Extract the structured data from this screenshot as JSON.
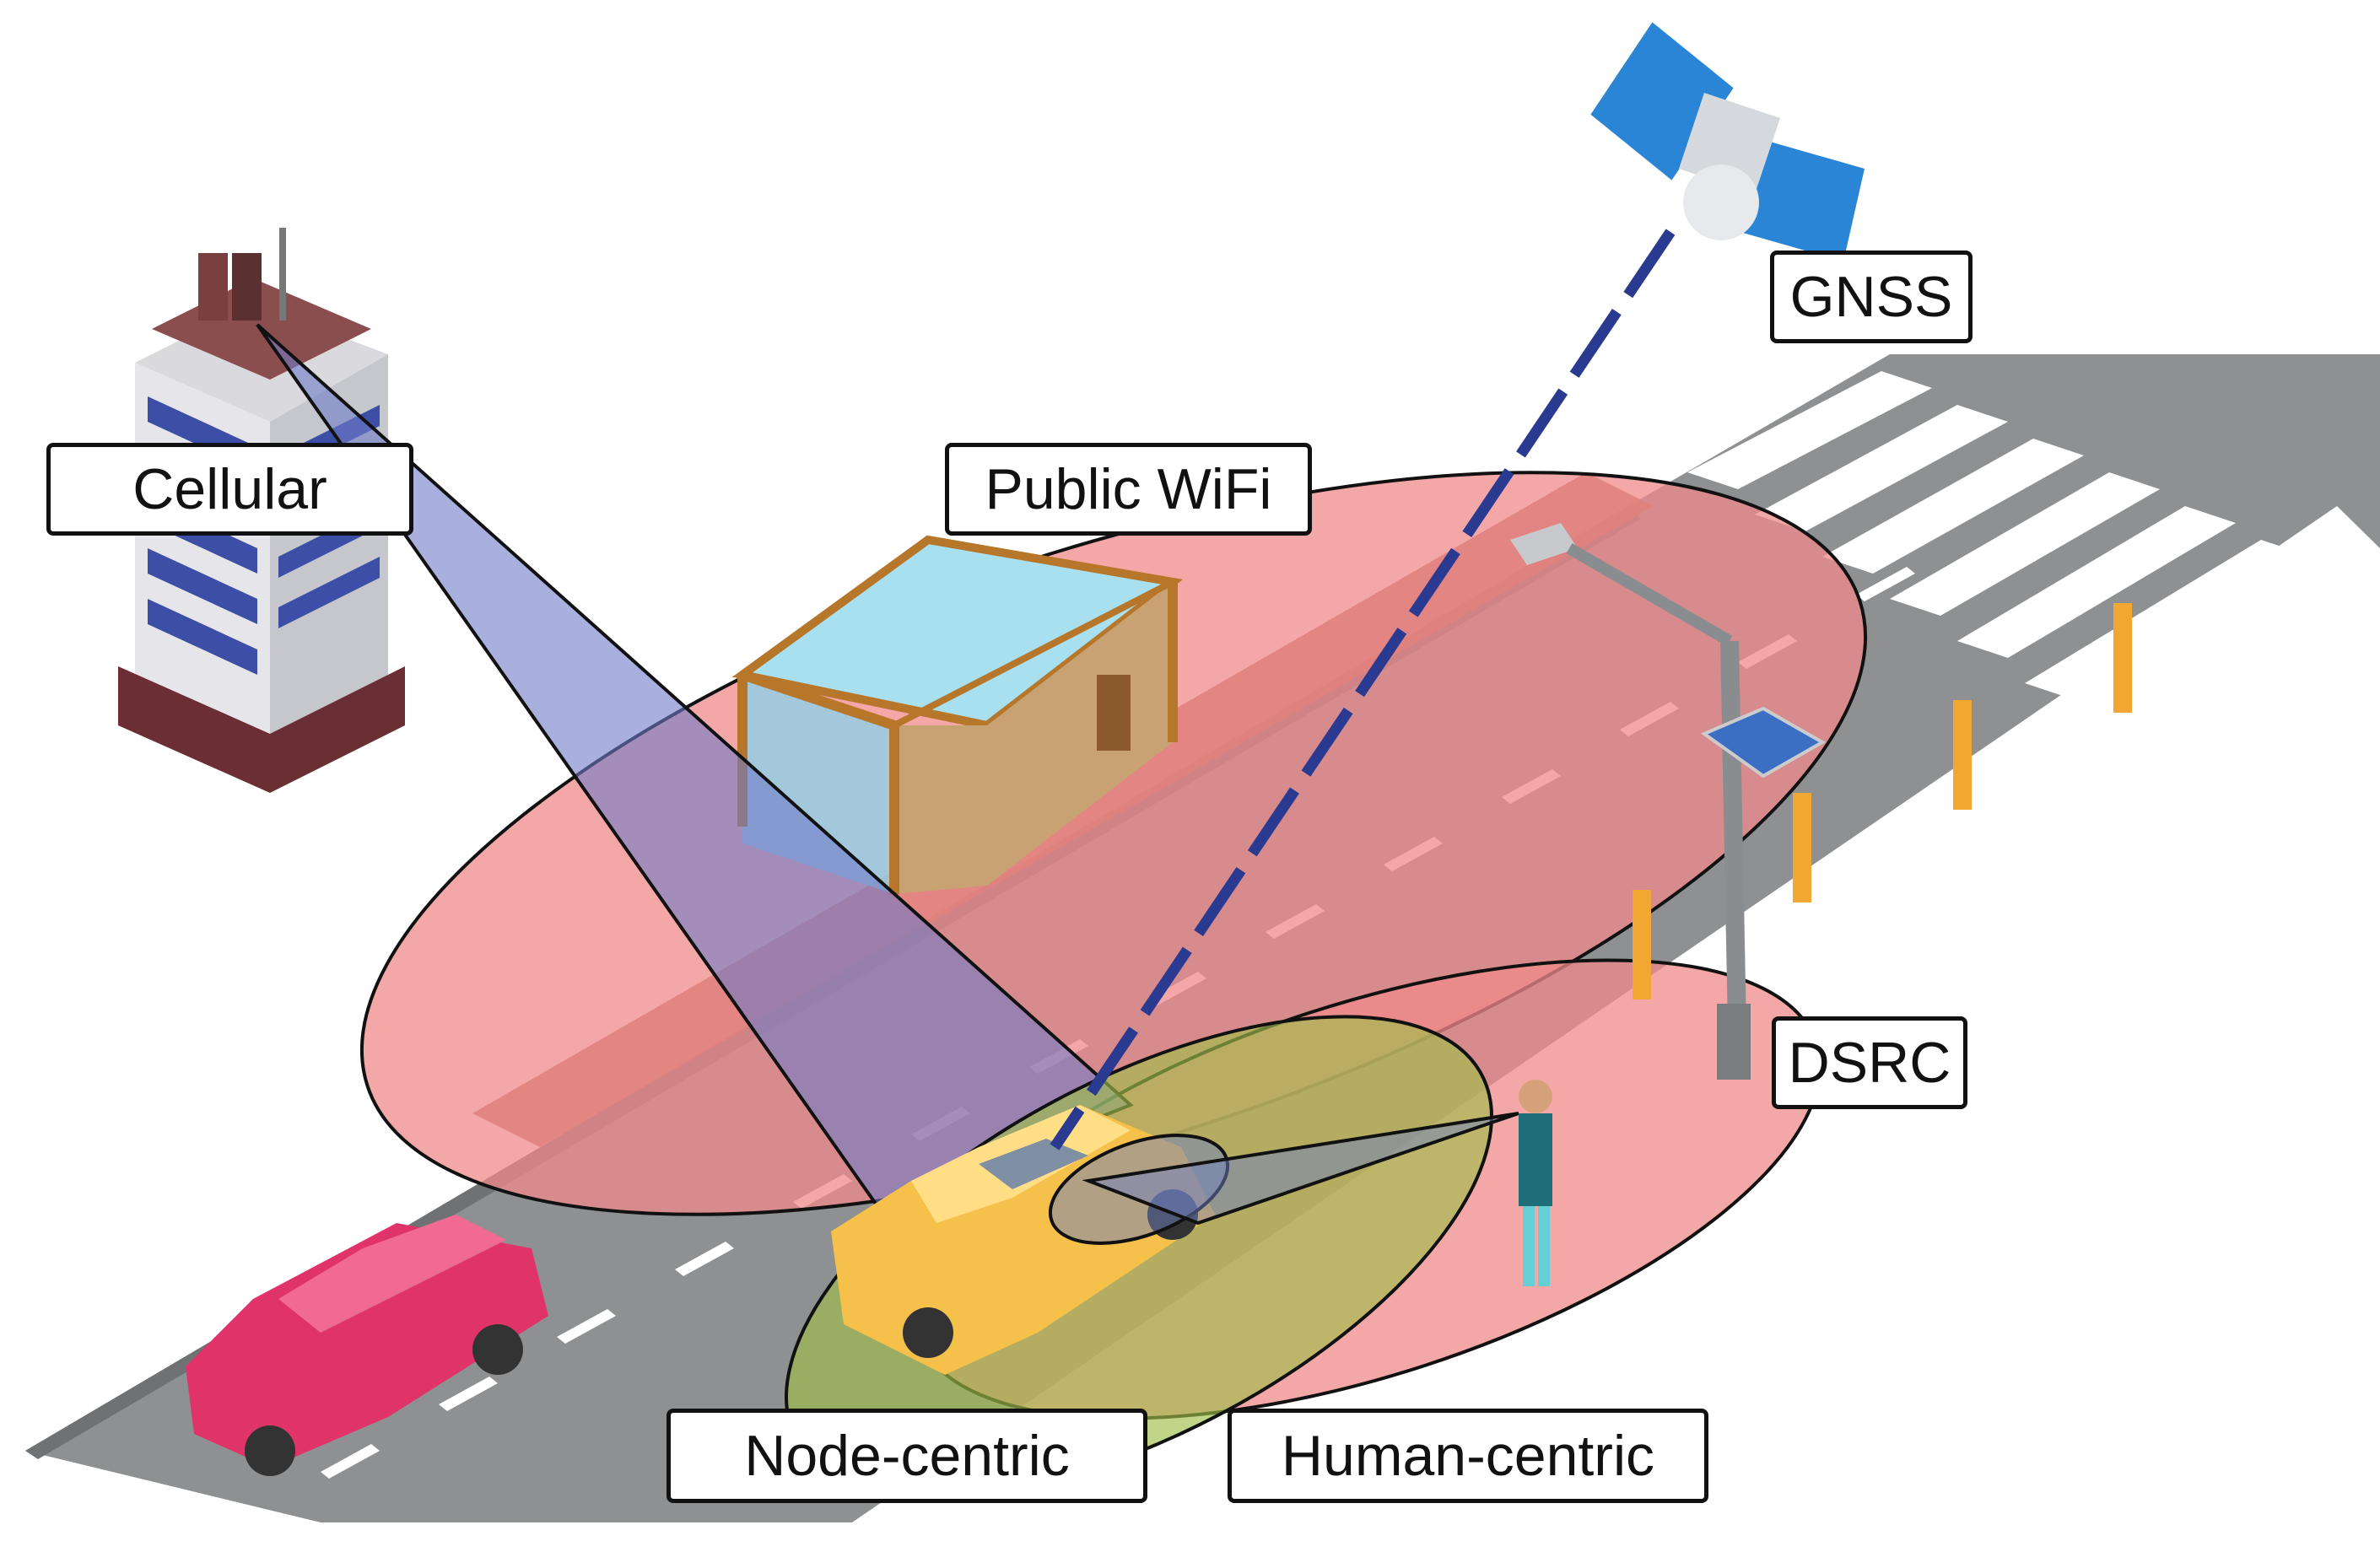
{
  "labels": {
    "cellular": "Cellular",
    "public_wifi": "Public WiFi",
    "gnss": "GNSS",
    "dsrc": "DSRC",
    "node_centric": "Node-centric",
    "human_centric": "Human-centric"
  },
  "colors": {
    "road": "#8c8e90",
    "wifi_zone": "#f08a8a",
    "dsrc_zone": "#f08a8a",
    "cellular_beam": "#6f7cc8",
    "node_zone": "#9fbf4a",
    "human_beam": "#7080c0",
    "gnss_link": "#2b3a91",
    "taxi": "#f5c14a",
    "red_car": "#e0336a"
  }
}
